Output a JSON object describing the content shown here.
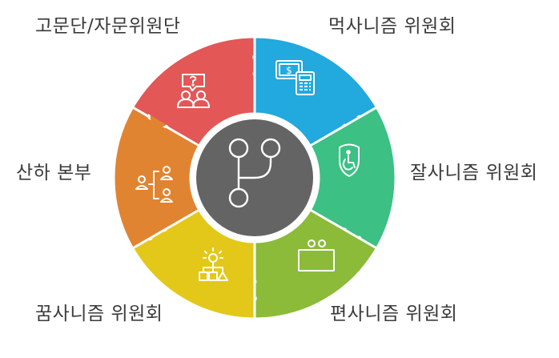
{
  "segments": [
    {
      "id": "advisory",
      "label": "고문단/자문위원단",
      "color": "#e35757",
      "icon": "question-speech-people-icon"
    },
    {
      "id": "muk",
      "label": "먹사니즘 위원회",
      "color": "#22a9de",
      "icon": "money-calculator-icon"
    },
    {
      "id": "jal",
      "label": "잘사니즘 위원회",
      "color": "#3cc084",
      "icon": "shield-accessibility-icon"
    },
    {
      "id": "pyeon",
      "label": "편사니즘 위원회",
      "color": "#8cbb3a",
      "icon": "board-people-icon"
    },
    {
      "id": "kkum",
      "label": "꿈사니즘 위원회",
      "color": "#e3c81a",
      "icon": "idea-structure-icon"
    },
    {
      "id": "hq",
      "label": "산하 본부",
      "color": "#e08431",
      "icon": "org-hierarchy-icon"
    }
  ],
  "center": {
    "color": "#646464",
    "icon": "branch-icon"
  }
}
